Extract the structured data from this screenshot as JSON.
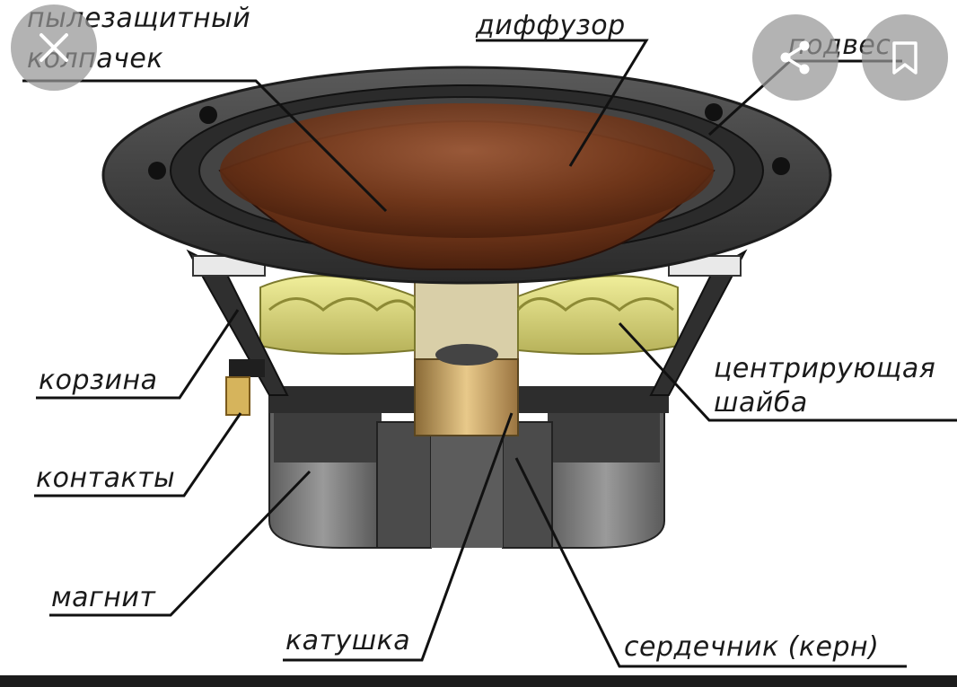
{
  "labels": {
    "dust_cap": [
      "пылезащитный",
      "колпачек"
    ],
    "cone": "диффузор",
    "surround": "подвес",
    "basket": "корзина",
    "spider": [
      "центрирующая",
      "шайба"
    ],
    "terminals": "контакты",
    "magnet": "магнит",
    "voice_coil": "катушка",
    "pole_piece": "сердечник (керн)"
  },
  "overlay": {
    "close_icon": "close-icon",
    "share_icon": "share-icon",
    "bookmark_icon": "bookmark-icon"
  },
  "colors": {
    "cone": "#7a3f22",
    "spider": "#e3e089",
    "basket": "#3b3b3b",
    "magnet": "#6f6f6f",
    "coil": "#c9a25e"
  }
}
